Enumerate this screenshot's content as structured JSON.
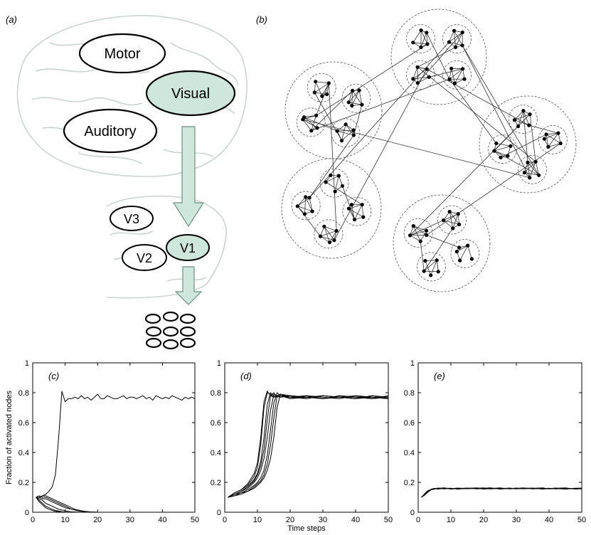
{
  "panel_a": {
    "label": "(a)",
    "regions": [
      "Motor",
      "Visual",
      "Auditory"
    ],
    "areas": [
      "V3",
      "V2",
      "V1"
    ],
    "highlight_color": "#cfe6dc"
  },
  "panel_b": {
    "label": "(b)"
  },
  "chart_data": [
    {
      "type": "line",
      "panel": "(c)",
      "xlim": [
        0,
        50
      ],
      "ylim": [
        0,
        1
      ],
      "xticks": [
        0,
        10,
        20,
        30,
        40,
        50
      ],
      "yticks": [
        0,
        0.2,
        0.4,
        0.6,
        0.8,
        1
      ],
      "ytick_labels": [
        "0",
        "0.2",
        "0.4",
        "0.6",
        "0.8",
        "1"
      ],
      "ylabel": "Fraction of activated nodes",
      "series": [
        {
          "x": [
            1,
            2,
            3,
            4,
            5,
            6,
            7,
            8,
            9,
            10,
            11,
            12,
            13,
            14,
            15,
            16,
            17,
            18,
            19,
            20,
            21,
            22,
            23,
            24,
            25,
            26,
            27,
            28,
            29,
            30,
            31,
            32,
            33,
            34,
            35,
            36,
            37,
            38,
            39,
            40,
            41,
            42,
            43,
            44,
            45,
            46,
            47,
            48,
            49,
            50
          ],
          "y": [
            0.1,
            0.1,
            0.11,
            0.12,
            0.14,
            0.17,
            0.25,
            0.5,
            0.81,
            0.74,
            0.76,
            0.76,
            0.77,
            0.76,
            0.78,
            0.76,
            0.77,
            0.75,
            0.77,
            0.79,
            0.76,
            0.76,
            0.78,
            0.77,
            0.76,
            0.76,
            0.77,
            0.78,
            0.76,
            0.77,
            0.77,
            0.76,
            0.77,
            0.78,
            0.76,
            0.77,
            0.75,
            0.78,
            0.77,
            0.76,
            0.77,
            0.76,
            0.78,
            0.77,
            0.76,
            0.75,
            0.77,
            0.76,
            0.77,
            0.76
          ]
        },
        {
          "x": [
            1,
            2,
            3,
            4,
            5,
            6,
            7,
            8,
            9,
            10,
            11,
            12,
            13,
            14,
            15,
            16,
            17,
            18,
            19,
            20
          ],
          "y": [
            0.1,
            0.1,
            0.09,
            0.09,
            0.08,
            0.07,
            0.06,
            0.05,
            0.04,
            0.03,
            0.025,
            0.02,
            0.015,
            0.01,
            0.008,
            0.006,
            0.004,
            0.002,
            0.001,
            0
          ]
        },
        {
          "x": [
            1,
            2,
            3,
            4,
            5,
            6,
            7,
            8,
            9,
            10,
            11,
            12,
            13,
            14,
            15
          ],
          "y": [
            0.1,
            0.09,
            0.08,
            0.06,
            0.05,
            0.04,
            0.03,
            0.02,
            0.015,
            0.01,
            0.005,
            0.003,
            0.002,
            0.001,
            0
          ]
        },
        {
          "x": [
            1,
            2,
            3,
            4,
            5,
            6,
            7,
            8,
            9,
            10,
            11,
            12
          ],
          "y": [
            0.1,
            0.08,
            0.06,
            0.04,
            0.03,
            0.02,
            0.012,
            0.008,
            0.004,
            0.002,
            0.001,
            0
          ]
        },
        {
          "x": [
            1,
            2,
            3,
            4,
            5,
            6,
            7,
            8,
            9,
            10,
            11,
            12,
            13,
            14,
            15,
            16,
            17,
            18
          ],
          "y": [
            0.1,
            0.11,
            0.1,
            0.1,
            0.09,
            0.08,
            0.07,
            0.06,
            0.05,
            0.04,
            0.03,
            0.02,
            0.015,
            0.01,
            0.006,
            0.003,
            0.001,
            0
          ]
        },
        {
          "x": [
            1,
            2,
            3,
            4,
            5,
            6,
            7,
            8,
            9,
            10,
            11,
            12,
            13,
            14,
            15,
            16,
            17,
            18,
            19,
            20
          ],
          "y": [
            0.1,
            0.1,
            0.11,
            0.11,
            0.1,
            0.09,
            0.08,
            0.07,
            0.06,
            0.05,
            0.04,
            0.03,
            0.02,
            0.015,
            0.01,
            0.006,
            0.004,
            0.002,
            0.001,
            0
          ]
        },
        {
          "x": [
            1,
            2,
            3,
            4,
            5,
            6,
            7,
            8,
            9,
            10
          ],
          "y": [
            0.1,
            0.07,
            0.05,
            0.03,
            0.02,
            0.012,
            0.006,
            0.003,
            0.001,
            0
          ]
        }
      ]
    },
    {
      "type": "line",
      "panel": "(d)",
      "xlim": [
        0,
        50
      ],
      "ylim": [
        0,
        1
      ],
      "xticks": [
        0,
        10,
        20,
        30,
        40,
        50
      ],
      "yticks": [
        0,
        0.2,
        0.4,
        0.6,
        0.8,
        1
      ],
      "ytick_labels": [
        "0",
        "0.2",
        "0.4",
        "0.6",
        "0.8",
        "1"
      ],
      "xlabel": "Time steps",
      "series": [
        {
          "x": [
            1,
            3,
            5,
            7,
            9,
            10,
            11,
            12,
            13,
            14,
            15,
            17,
            20,
            25,
            30,
            35,
            40,
            45,
            50
          ],
          "y": [
            0.1,
            0.13,
            0.15,
            0.18,
            0.24,
            0.3,
            0.45,
            0.7,
            0.8,
            0.79,
            0.77,
            0.78,
            0.77,
            0.78,
            0.76,
            0.78,
            0.77,
            0.76,
            0.77
          ]
        },
        {
          "x": [
            1,
            3,
            5,
            7,
            9,
            10,
            11,
            12,
            13,
            14,
            15,
            17,
            20,
            25,
            30,
            35,
            40,
            45,
            50
          ],
          "y": [
            0.1,
            0.12,
            0.14,
            0.17,
            0.22,
            0.26,
            0.34,
            0.5,
            0.72,
            0.8,
            0.78,
            0.77,
            0.78,
            0.76,
            0.78,
            0.77,
            0.76,
            0.78,
            0.76
          ]
        },
        {
          "x": [
            1,
            3,
            5,
            7,
            9,
            10,
            11,
            12,
            13,
            14,
            15,
            16,
            17,
            20,
            25,
            30,
            35,
            40,
            45,
            50
          ],
          "y": [
            0.1,
            0.12,
            0.14,
            0.16,
            0.2,
            0.23,
            0.28,
            0.36,
            0.5,
            0.68,
            0.79,
            0.78,
            0.77,
            0.78,
            0.77,
            0.76,
            0.77,
            0.78,
            0.76,
            0.77
          ]
        },
        {
          "x": [
            1,
            3,
            5,
            7,
            9,
            10,
            11,
            12,
            13,
            14,
            15,
            16,
            17,
            20,
            25,
            30,
            35,
            40,
            45,
            50
          ],
          "y": [
            0.1,
            0.12,
            0.13,
            0.15,
            0.18,
            0.2,
            0.23,
            0.28,
            0.38,
            0.55,
            0.73,
            0.8,
            0.78,
            0.77,
            0.76,
            0.78,
            0.77,
            0.76,
            0.78,
            0.77
          ]
        },
        {
          "x": [
            1,
            3,
            5,
            7,
            9,
            10,
            11,
            12,
            13,
            14,
            15,
            16,
            17,
            20,
            25,
            30,
            35,
            40,
            45,
            50
          ],
          "y": [
            0.1,
            0.11,
            0.13,
            0.14,
            0.17,
            0.19,
            0.21,
            0.25,
            0.32,
            0.45,
            0.63,
            0.78,
            0.79,
            0.77,
            0.78,
            0.76,
            0.77,
            0.77,
            0.76,
            0.78
          ]
        },
        {
          "x": [
            1,
            3,
            5,
            7,
            9,
            10,
            11,
            12,
            13,
            14,
            15,
            16,
            17,
            20,
            25,
            30,
            35,
            40,
            45,
            50
          ],
          "y": [
            0.1,
            0.12,
            0.14,
            0.17,
            0.21,
            0.25,
            0.31,
            0.42,
            0.62,
            0.78,
            0.8,
            0.77,
            0.78,
            0.76,
            0.77,
            0.78,
            0.77,
            0.76,
            0.77,
            0.76
          ]
        },
        {
          "x": [
            1,
            3,
            5,
            7,
            9,
            10,
            11,
            12,
            13,
            14,
            15,
            16,
            17,
            20,
            25,
            30,
            35,
            40,
            45,
            50
          ],
          "y": [
            0.1,
            0.11,
            0.12,
            0.14,
            0.16,
            0.18,
            0.2,
            0.23,
            0.28,
            0.36,
            0.5,
            0.7,
            0.79,
            0.78,
            0.77,
            0.76,
            0.78,
            0.77,
            0.77,
            0.76
          ]
        },
        {
          "x": [
            1,
            3,
            5,
            7,
            9,
            10,
            11,
            12,
            13,
            14,
            15,
            17,
            20,
            25,
            30,
            35,
            40,
            45,
            50
          ],
          "y": [
            0.1,
            0.13,
            0.15,
            0.19,
            0.26,
            0.33,
            0.5,
            0.74,
            0.81,
            0.78,
            0.77,
            0.79,
            0.76,
            0.78,
            0.77,
            0.76,
            0.78,
            0.77,
            0.76
          ]
        }
      ]
    },
    {
      "type": "line",
      "panel": "(e)",
      "xlim": [
        0,
        50
      ],
      "ylim": [
        0,
        1
      ],
      "xticks": [
        0,
        10,
        20,
        30,
        40,
        50
      ],
      "yticks": [
        0,
        0.2,
        0.4,
        0.6,
        0.8,
        1
      ],
      "ytick_labels": [
        "0",
        "0.2",
        "0.4",
        "0.6",
        "0.8",
        "1"
      ],
      "series": [
        {
          "x": [
            1,
            2,
            3,
            4,
            5,
            6,
            8,
            10,
            12,
            15,
            18,
            20,
            22,
            25,
            28,
            30,
            32,
            35,
            38,
            40,
            42,
            45,
            48,
            50
          ],
          "y": [
            0.1,
            0.12,
            0.14,
            0.155,
            0.16,
            0.155,
            0.16,
            0.158,
            0.162,
            0.157,
            0.16,
            0.163,
            0.156,
            0.16,
            0.158,
            0.162,
            0.157,
            0.16,
            0.158,
            0.161,
            0.156,
            0.16,
            0.158,
            0.16
          ]
        },
        {
          "x": [
            1,
            2,
            3,
            4,
            5,
            6,
            8,
            10,
            12,
            15,
            18,
            20,
            22,
            25,
            28,
            30,
            32,
            35,
            38,
            40,
            42,
            45,
            48,
            50
          ],
          "y": [
            0.1,
            0.125,
            0.145,
            0.15,
            0.155,
            0.162,
            0.156,
            0.161,
            0.155,
            0.16,
            0.163,
            0.157,
            0.16,
            0.158,
            0.162,
            0.156,
            0.16,
            0.162,
            0.155,
            0.158,
            0.162,
            0.157,
            0.161,
            0.158
          ]
        },
        {
          "x": [
            1,
            2,
            3,
            4,
            5,
            6,
            8,
            10,
            12,
            15,
            18,
            20,
            22,
            25,
            28,
            30,
            32,
            35,
            38,
            40,
            42,
            45,
            48,
            50
          ],
          "y": [
            0.1,
            0.115,
            0.135,
            0.15,
            0.158,
            0.16,
            0.163,
            0.155,
            0.159,
            0.162,
            0.156,
            0.16,
            0.164,
            0.155,
            0.16,
            0.159,
            0.163,
            0.156,
            0.16,
            0.158,
            0.16,
            0.163,
            0.155,
            0.157
          ]
        },
        {
          "x": [
            1,
            2,
            3,
            4,
            5,
            6,
            8,
            10,
            12,
            15,
            18,
            20,
            22,
            25,
            28,
            30,
            32,
            35,
            38,
            40,
            42,
            45,
            48,
            50
          ],
          "y": [
            0.1,
            0.12,
            0.14,
            0.152,
            0.158,
            0.156,
            0.161,
            0.16,
            0.156,
            0.158,
            0.161,
            0.155,
            0.158,
            0.163,
            0.156,
            0.16,
            0.157,
            0.16,
            0.163,
            0.156,
            0.159,
            0.155,
            0.16,
            0.162
          ]
        }
      ]
    }
  ]
}
